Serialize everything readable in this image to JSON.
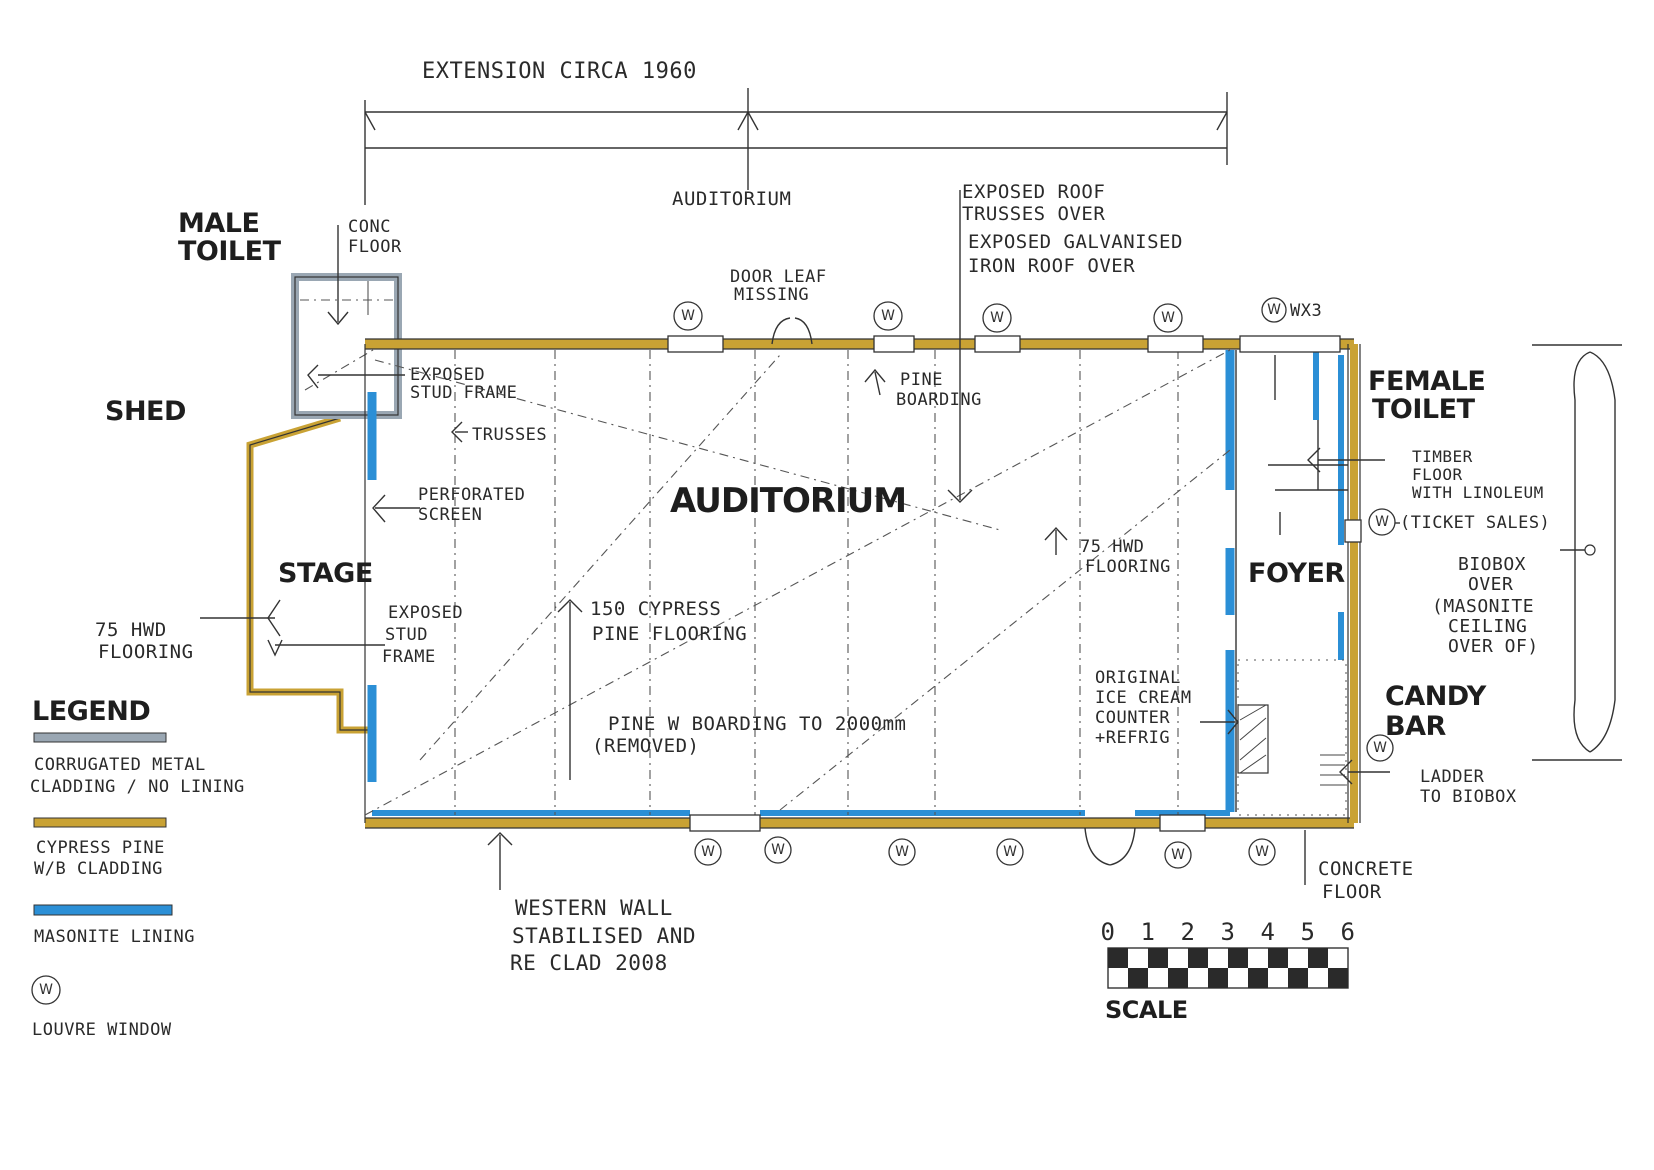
{
  "colors": {
    "corrugated": "#9aa7b3",
    "cypress": "#c9a234",
    "masonite": "#2b8fd6",
    "ink": "#2a2a2a"
  },
  "labels": {
    "extension": "EXTENSION CIRCA 1960",
    "auditorium_top": "AUDITORIUM",
    "exposed_trusses_1": "EXPOSED ROOF",
    "exposed_trusses_2": "TRUSSES OVER",
    "galvanised_1": "EXPOSED GALVANISED",
    "galvanised_2": "IRON ROOF OVER",
    "door_leaf_1": "DOOR LEAF",
    "door_leaf_2": "MISSING",
    "wx3": "WX3",
    "male_toilet_1": "MALE",
    "male_toilet_2": "TOILET",
    "conc_floor_1": "CONC",
    "conc_floor_2": "FLOOR",
    "shed": "SHED",
    "exposed_stud_1": "EXPOSED",
    "exposed_stud_2": "STUD FRAME",
    "trusses": "TRUSSES",
    "pine_boarding_1": "PINE",
    "pine_boarding_2": "BOARDING",
    "female_toilet_1": "FEMALE",
    "female_toilet_2": "TOILET",
    "perforated_1": "PERFORATED",
    "perforated_2": "SCREEN",
    "auditorium_main": "AUDITORIUM",
    "timber_floor_1": "TIMBER",
    "timber_floor_2": "FLOOR",
    "timber_floor_3": "WITH LINOLEUM",
    "ticket_sales": "(TICKET SALES)",
    "stage": "STAGE",
    "hwd_75_right_1": "75 HWD",
    "hwd_75_right_2": "FLOORING",
    "foyer": "FOYER",
    "biobox_1": "BIOBOX",
    "biobox_2": "OVER",
    "biobox_3": "(MASONITE",
    "biobox_4": "CEILING",
    "biobox_5": "OVER OF)",
    "hwd_75_left_1": "75 HWD",
    "hwd_75_left_2": "FLOORING",
    "exposed_stud_frame_1": "EXPOSED",
    "exposed_stud_frame_2": "STUD",
    "exposed_stud_frame_3": "FRAME",
    "cypress_floor_1": "150 CYPRESS",
    "cypress_floor_2": "PINE FLOORING",
    "ice_cream_1": "ORIGINAL",
    "ice_cream_2": "ICE CREAM",
    "ice_cream_3": "COUNTER",
    "ice_cream_4": "+REFRIG",
    "candy_bar_1": "CANDY",
    "candy_bar_2": "BAR",
    "pine_w_1": "PINE W BOARDING TO 2000mm",
    "pine_w_2": "(REMOVED)",
    "ladder_1": "LADDER",
    "ladder_2": "TO BIOBOX",
    "western_wall_1": "WESTERN WALL",
    "western_wall_2": "STABILISED AND",
    "western_wall_3": "RE CLAD 2008",
    "concrete_floor_1": "CONCRETE",
    "concrete_floor_2": "FLOOR",
    "window_symbol": "W"
  },
  "legend": {
    "title": "LEGEND",
    "items": [
      {
        "line1": "CORRUGATED METAL",
        "line2": "CLADDING / NO LINING"
      },
      {
        "line1": "CYPRESS PINE",
        "line2": "W/B CLADDING"
      },
      {
        "line1": "MASONITE LINING",
        "line2": ""
      },
      {
        "line1": "LOUVRE WINDOW",
        "line2": ""
      }
    ]
  },
  "scale": {
    "label": "SCALE",
    "ticks": [
      "0",
      "1",
      "2",
      "3",
      "4",
      "5",
      "6"
    ]
  }
}
